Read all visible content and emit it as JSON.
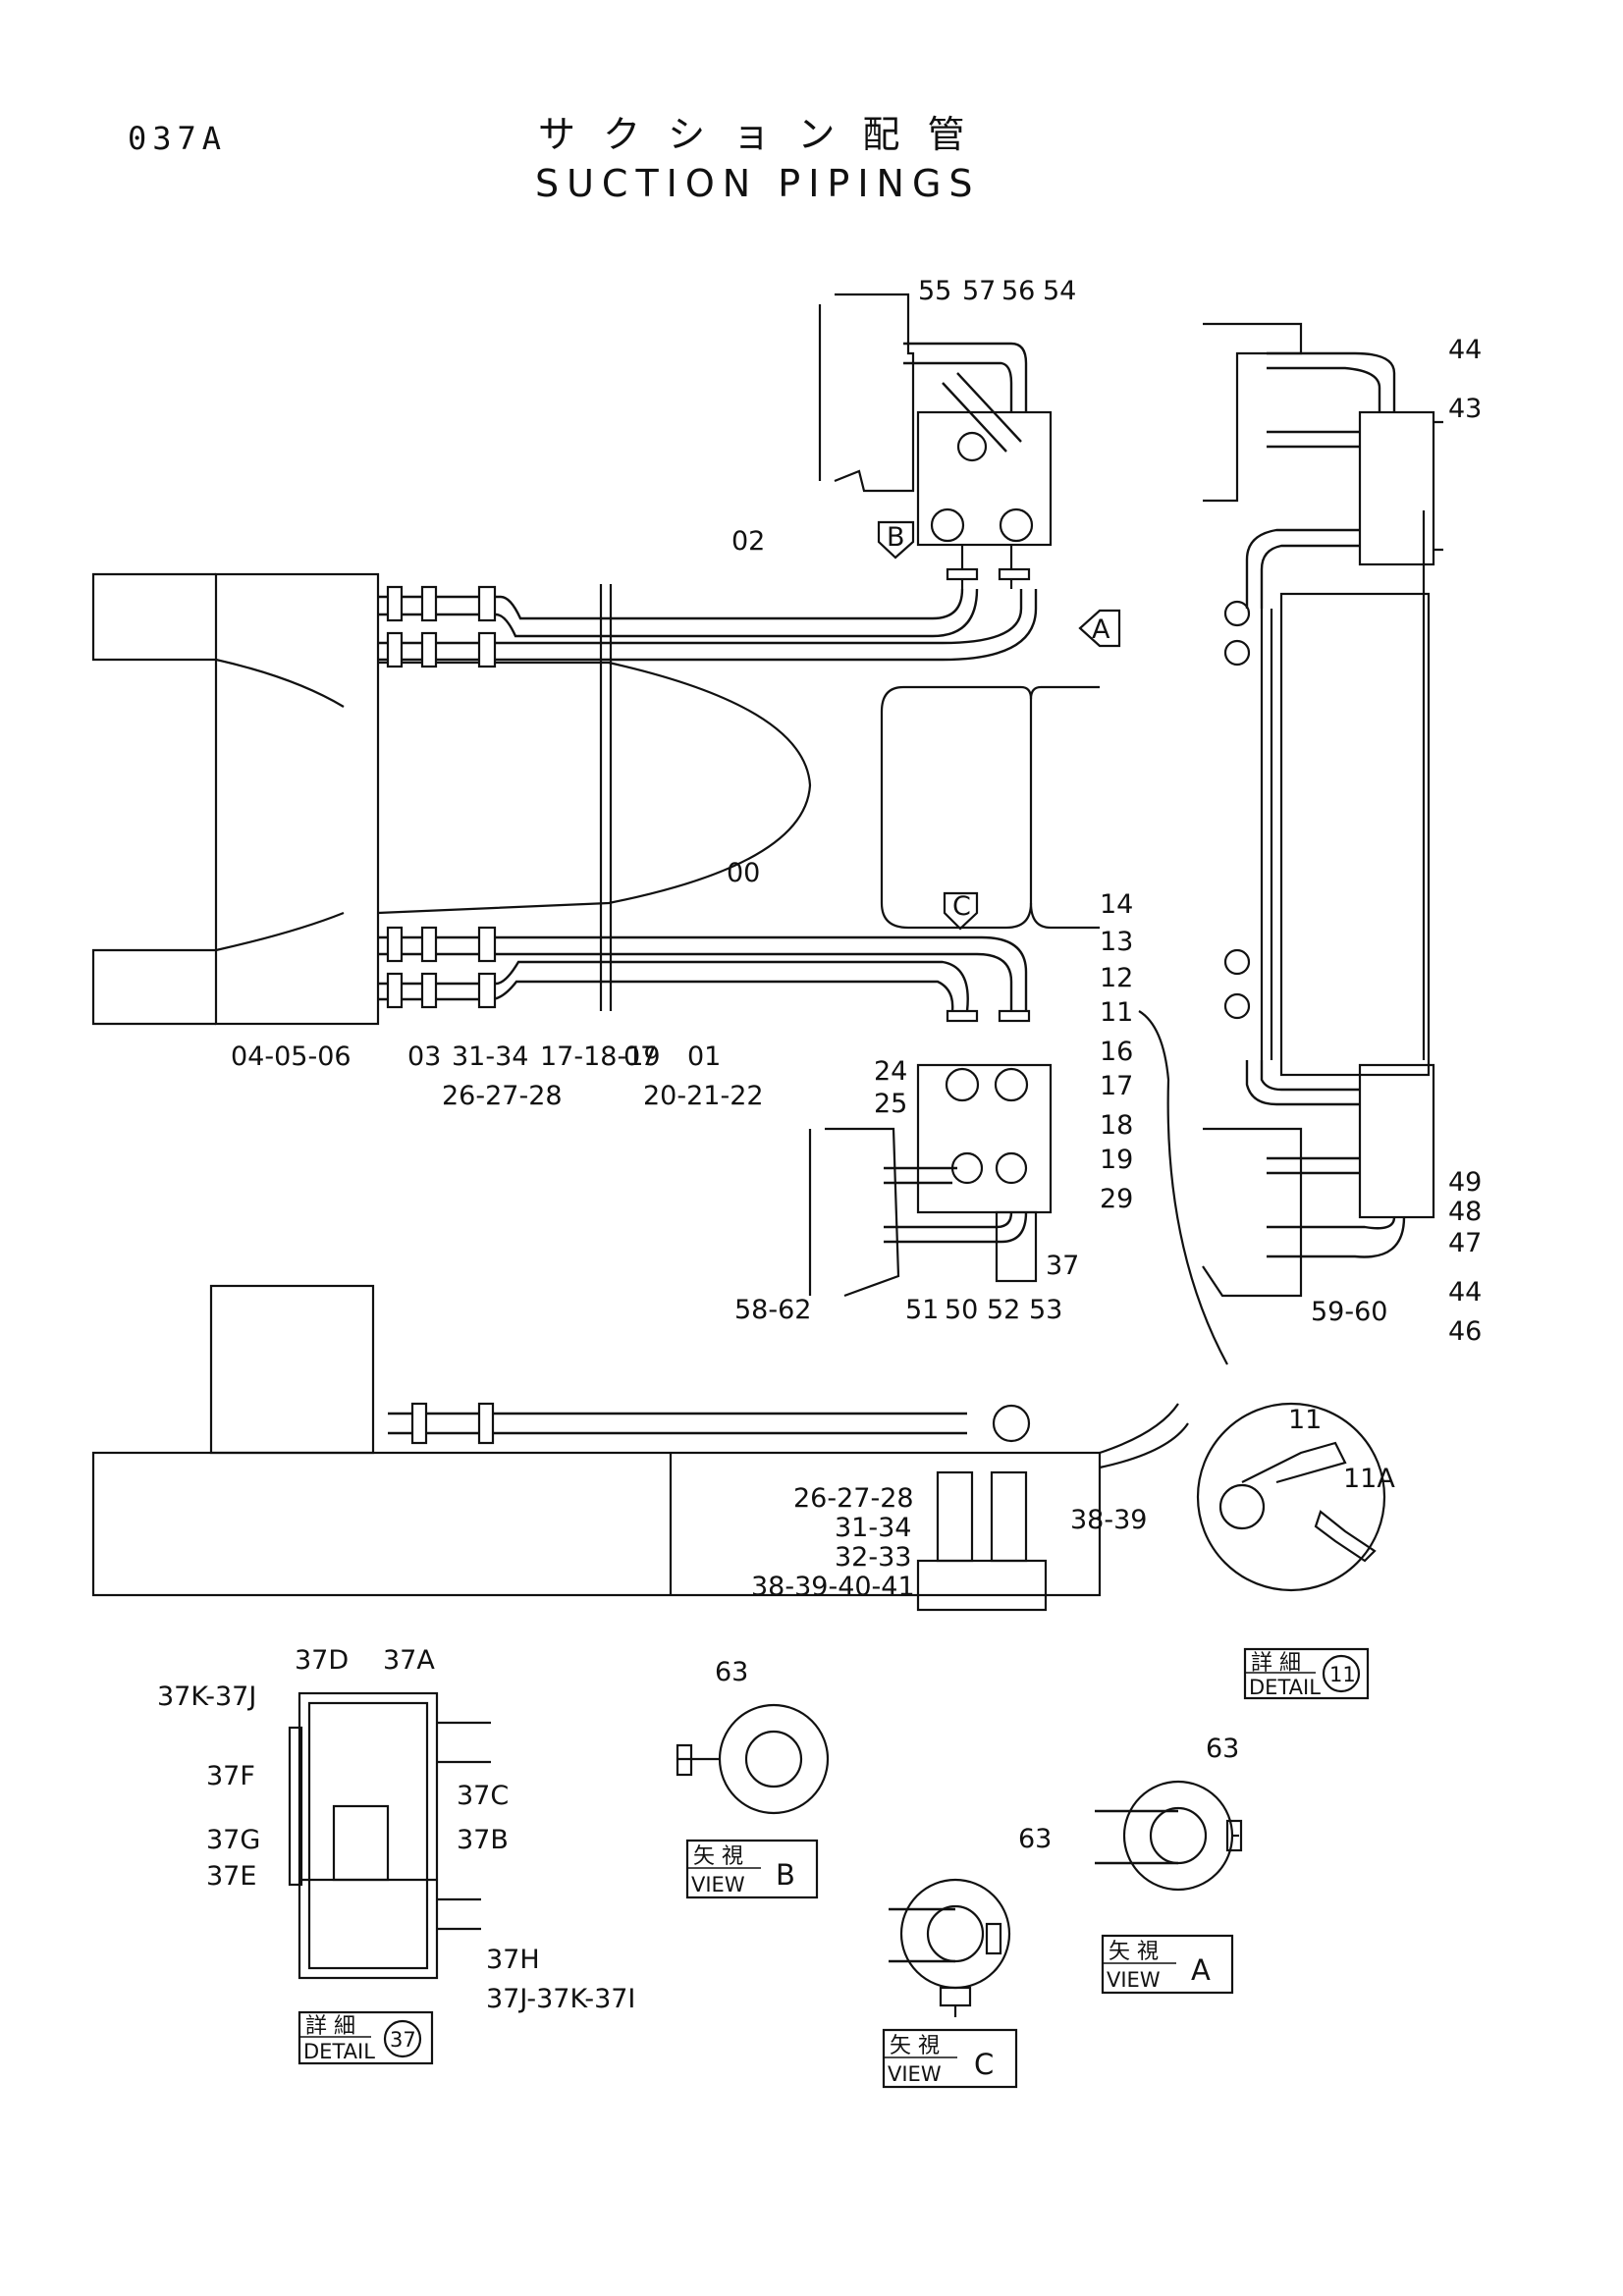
{
  "header": {
    "code": "037A",
    "title_jp": "サ ク シ ョ ン 配 管",
    "title_en": "SUCTION PIPINGS"
  },
  "view_markers": {
    "a": "A",
    "b": "B",
    "c": "C"
  },
  "callouts": {
    "c55": "55",
    "c57": "57",
    "c56": "56",
    "c54": "54",
    "c44a": "44",
    "c43": "43",
    "c02": "02",
    "c00": "00",
    "c01": "01",
    "c07": "07",
    "c03": "03",
    "c04_05_06": "04-05-06",
    "c31_34a": "31-34",
    "c17_18_19": "17-18-19",
    "c26_27_28a": "26-27-28",
    "c20_21_22": "20-21-22",
    "c14": "14",
    "c13": "13",
    "c12": "12",
    "c11": "11",
    "c16": "16",
    "c17": "17",
    "c18": "18",
    "c19": "19",
    "c29": "29",
    "c24": "24",
    "c25": "25",
    "c37": "37",
    "c58_62": "58-62",
    "c51": "51",
    "c50": "50",
    "c52": "52",
    "c53": "53",
    "c49": "49",
    "c48": "48",
    "c47": "47",
    "c44b": "44",
    "c46": "46",
    "c59_60": "59-60",
    "c26_27_28b": "26-27-28",
    "c31_34b": "31-34",
    "c32_33": "32-33",
    "c38_39_40_41": "38-39-40-41",
    "c38_39": "38-39",
    "c11_detail": "11",
    "c11A": "11A",
    "c37D": "37D",
    "c37A": "37A",
    "c37K_37J": "37K-37J",
    "c37F": "37F",
    "c37C": "37C",
    "c37G": "37G",
    "c37B": "37B",
    "c37E": "37E",
    "c37H": "37H",
    "c37J_37K_37I": "37J-37K-37I",
    "c63b": "63",
    "c63a": "63",
    "c63c": "63"
  },
  "boxes": {
    "detail11": {
      "jp": "詳 細",
      "en": "DETAIL",
      "num": "11"
    },
    "detail37": {
      "jp": "詳 細",
      "en": "DETAIL",
      "num": "37"
    },
    "viewB": {
      "jp": "矢 視",
      "en": "VIEW",
      "letter": "B"
    },
    "viewA": {
      "jp": "矢 視",
      "en": "VIEW",
      "letter": "A"
    },
    "viewC": {
      "jp": "矢 視",
      "en": "VIEW",
      "letter": "C"
    }
  }
}
